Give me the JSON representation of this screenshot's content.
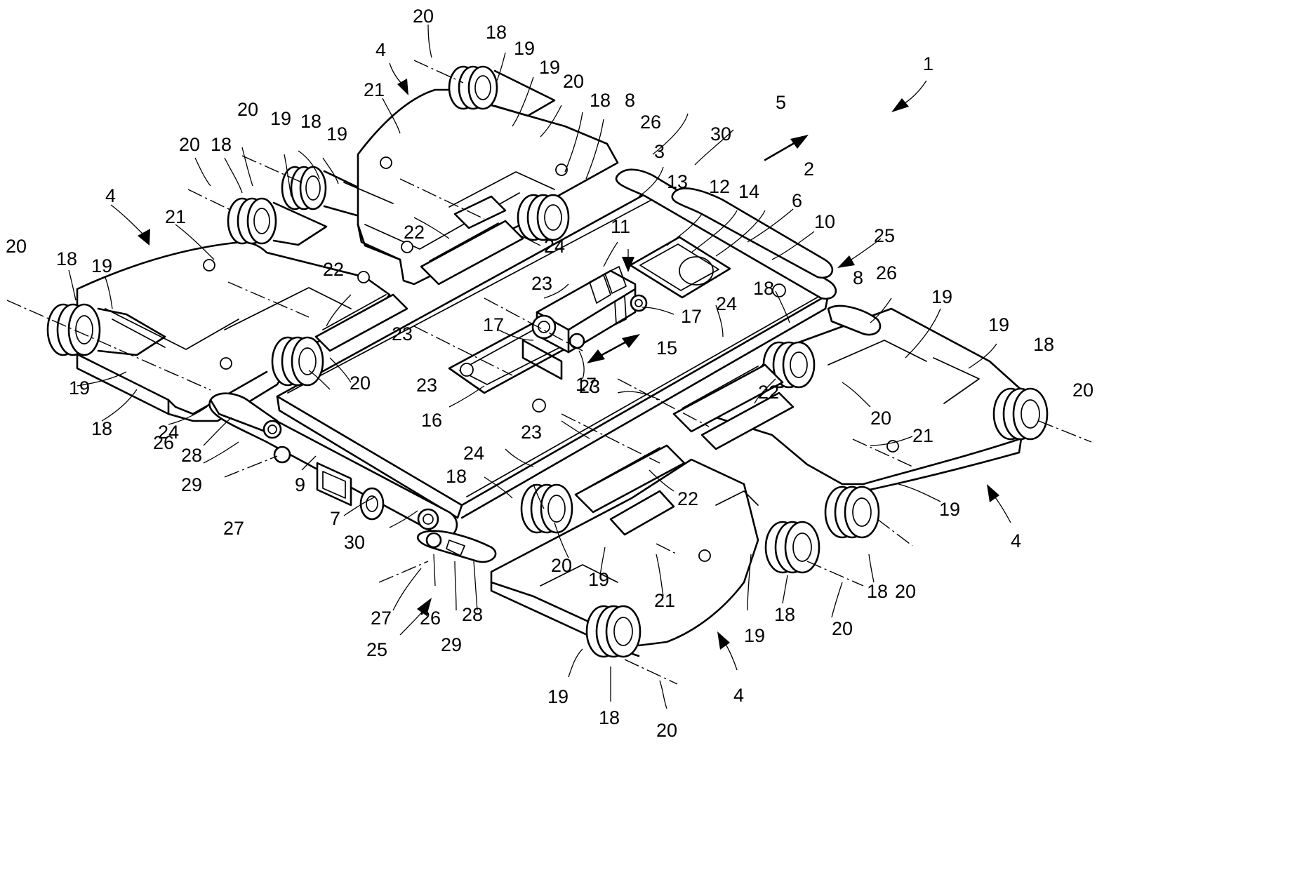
{
  "figure": {
    "labels": {
      "l1": "1",
      "l2": "2",
      "l3": "3",
      "l4": "4",
      "l5": "5",
      "l6": "6",
      "l7": "7",
      "l8": "8",
      "l9": "9",
      "l10": "10",
      "l11": "11",
      "l12": "12",
      "l13": "13",
      "l14": "14",
      "l15": "15",
      "l16": "16",
      "l17": "17",
      "l18": "18",
      "l19": "19",
      "l20": "20",
      "l21": "21",
      "l22": "22",
      "l23": "23",
      "l24": "24",
      "l25": "25",
      "l26": "26",
      "l27": "27",
      "l28": "28",
      "l29": "29",
      "l30": "30"
    }
  }
}
